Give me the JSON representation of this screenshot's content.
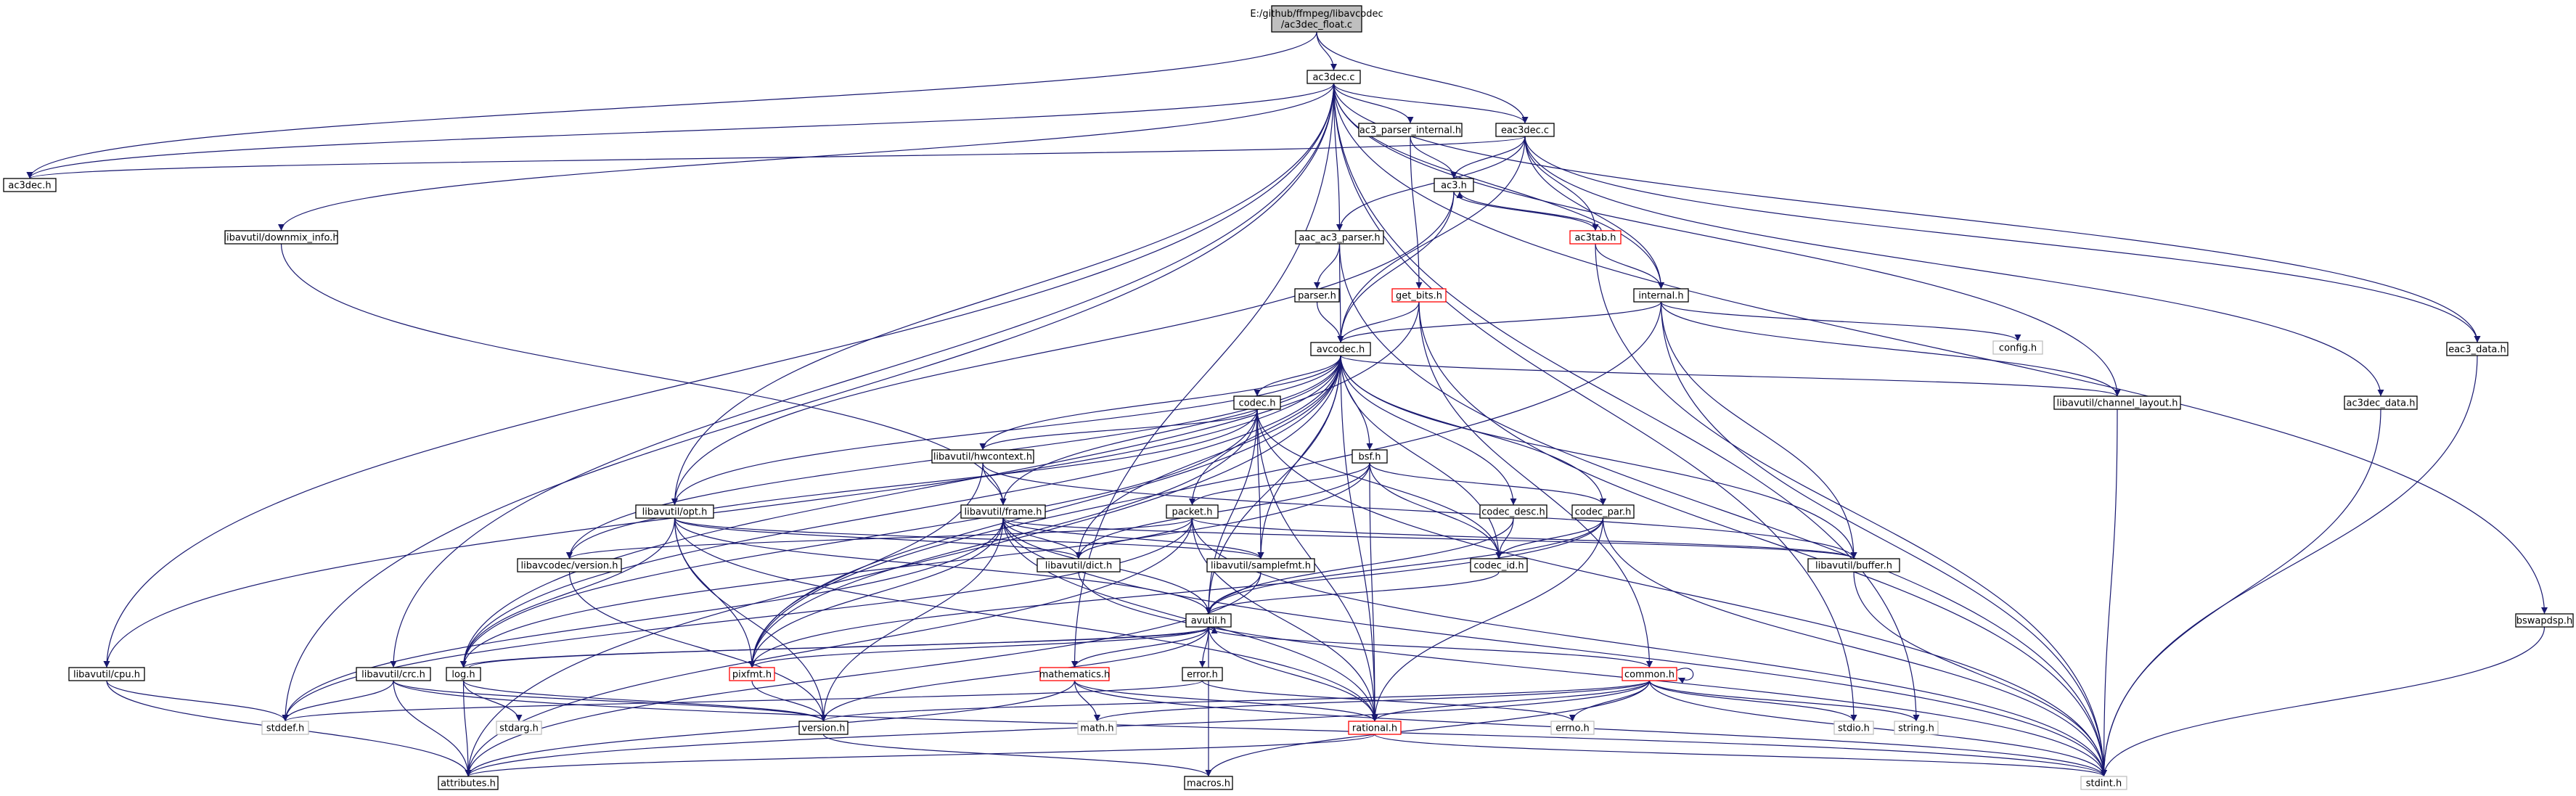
{
  "diagram": {
    "nodes": [
      {
        "id": "root",
        "label": "E:/github/ffmpeg/libavcodec\n/ac3dec_float.c",
        "style": "root"
      },
      {
        "id": "ac3dec_c",
        "label": "ac3dec.c",
        "style": "normal"
      },
      {
        "id": "ac3dec_h",
        "label": "ac3dec.h",
        "style": "normal"
      },
      {
        "id": "ac3_parser_internal_h",
        "label": "ac3_parser_internal.h",
        "style": "normal"
      },
      {
        "id": "eac3dec_c",
        "label": "eac3dec.c",
        "style": "normal"
      },
      {
        "id": "ac3_h",
        "label": "ac3.h",
        "style": "normal"
      },
      {
        "id": "downmix_info_h",
        "label": "libavutil/downmix_info.h",
        "style": "normal"
      },
      {
        "id": "aac_ac3_parser_h",
        "label": "aac_ac3_parser.h",
        "style": "normal"
      },
      {
        "id": "ac3tab_h",
        "label": "ac3tab.h",
        "style": "red"
      },
      {
        "id": "parser_h",
        "label": "parser.h",
        "style": "normal"
      },
      {
        "id": "get_bits_h",
        "label": "get_bits.h",
        "style": "red"
      },
      {
        "id": "internal_h",
        "label": "internal.h",
        "style": "normal"
      },
      {
        "id": "config_h",
        "label": "config.h",
        "style": "gray"
      },
      {
        "id": "avcodec_h",
        "label": "avcodec.h",
        "style": "normal"
      },
      {
        "id": "eac3_data_h",
        "label": "eac3_data.h",
        "style": "normal"
      },
      {
        "id": "channel_layout_h",
        "label": "libavutil/channel_layout.h",
        "style": "normal"
      },
      {
        "id": "ac3dec_data_h",
        "label": "ac3dec_data.h",
        "style": "normal"
      },
      {
        "id": "codec_h",
        "label": "codec.h",
        "style": "normal"
      },
      {
        "id": "hwcontext_h",
        "label": "libavutil/hwcontext.h",
        "style": "normal"
      },
      {
        "id": "bsf_h",
        "label": "bsf.h",
        "style": "normal"
      },
      {
        "id": "opt_h",
        "label": "libavutil/opt.h",
        "style": "normal"
      },
      {
        "id": "frame_h",
        "label": "libavutil/frame.h",
        "style": "normal"
      },
      {
        "id": "packet_h",
        "label": "packet.h",
        "style": "normal"
      },
      {
        "id": "codec_desc_h",
        "label": "codec_desc.h",
        "style": "normal"
      },
      {
        "id": "codec_par_h",
        "label": "codec_par.h",
        "style": "normal"
      },
      {
        "id": "lavc_version_h",
        "label": "libavcodec/version.h",
        "style": "normal"
      },
      {
        "id": "dict_h",
        "label": "libavutil/dict.h",
        "style": "normal"
      },
      {
        "id": "samplefmt_h",
        "label": "libavutil/samplefmt.h",
        "style": "normal"
      },
      {
        "id": "codec_id_h",
        "label": "codec_id.h",
        "style": "normal"
      },
      {
        "id": "buffer_h",
        "label": "libavutil/buffer.h",
        "style": "normal"
      },
      {
        "id": "bswapdsp_h",
        "label": "bswapdsp.h",
        "style": "normal"
      },
      {
        "id": "avutil_h",
        "label": "avutil.h",
        "style": "normal"
      },
      {
        "id": "cpu_h",
        "label": "libavutil/cpu.h",
        "style": "normal"
      },
      {
        "id": "crc_h",
        "label": "libavutil/crc.h",
        "style": "normal"
      },
      {
        "id": "log_h",
        "label": "log.h",
        "style": "normal"
      },
      {
        "id": "pixfmt_h",
        "label": "pixfmt.h",
        "style": "red"
      },
      {
        "id": "mathematics_h",
        "label": "mathematics.h",
        "style": "red"
      },
      {
        "id": "error_h",
        "label": "error.h",
        "style": "normal"
      },
      {
        "id": "common_h",
        "label": "common.h",
        "style": "red"
      },
      {
        "id": "stddef_h",
        "label": "stddef.h",
        "style": "gray"
      },
      {
        "id": "stdarg_h",
        "label": "stdarg.h",
        "style": "gray"
      },
      {
        "id": "version_h",
        "label": "version.h",
        "style": "normal"
      },
      {
        "id": "math_h",
        "label": "math.h",
        "style": "gray"
      },
      {
        "id": "rational_h",
        "label": "rational.h",
        "style": "red"
      },
      {
        "id": "errno_h",
        "label": "errno.h",
        "style": "gray"
      },
      {
        "id": "stdio_h",
        "label": "stdio.h",
        "style": "gray"
      },
      {
        "id": "string_h",
        "label": "string.h",
        "style": "gray"
      },
      {
        "id": "attributes_h",
        "label": "attributes.h",
        "style": "normal"
      },
      {
        "id": "macros_h",
        "label": "macros.h",
        "style": "normal"
      },
      {
        "id": "stdint_h",
        "label": "stdint.h",
        "style": "gray"
      }
    ],
    "edges": [
      [
        "root",
        "ac3dec_c"
      ],
      [
        "root",
        "ac3dec_h"
      ],
      [
        "root",
        "eac3dec_c"
      ],
      [
        "ac3dec_c",
        "ac3dec_h"
      ],
      [
        "ac3dec_c",
        "ac3_parser_internal_h"
      ],
      [
        "ac3dec_c",
        "eac3dec_c"
      ],
      [
        "ac3dec_c",
        "downmix_info_h"
      ],
      [
        "ac3dec_c",
        "aac_ac3_parser_h"
      ],
      [
        "ac3dec_c",
        "internal_h"
      ],
      [
        "ac3dec_c",
        "channel_layout_h"
      ],
      [
        "ac3dec_c",
        "eac3_data_h"
      ],
      [
        "ac3dec_c",
        "bswapdsp_h"
      ],
      [
        "ac3dec_c",
        "string_h"
      ],
      [
        "ac3dec_c",
        "stdio_h"
      ],
      [
        "ac3dec_c",
        "opt_h"
      ],
      [
        "ac3dec_c",
        "crc_h"
      ],
      [
        "ac3dec_c",
        "stddef_h"
      ],
      [
        "ac3dec_c",
        "mathematics_h"
      ],
      [
        "ac3dec_c",
        "cpu_h"
      ],
      [
        "ac3_parser_internal_h",
        "ac3_h"
      ],
      [
        "ac3_parser_internal_h",
        "get_bits_h"
      ],
      [
        "eac3dec_c",
        "ac3dec_h"
      ],
      [
        "eac3dec_c",
        "ac3_h"
      ],
      [
        "eac3dec_c",
        "aac_ac3_parser_h"
      ],
      [
        "eac3dec_c",
        "ac3tab_h"
      ],
      [
        "eac3dec_c",
        "internal_h"
      ],
      [
        "eac3dec_c",
        "avcodec_h"
      ],
      [
        "eac3dec_c",
        "eac3_data_h"
      ],
      [
        "eac3dec_c",
        "ac3dec_data_h"
      ],
      [
        "ac3_h",
        "ac3tab_h"
      ],
      [
        "ac3_h",
        "avcodec_h"
      ],
      [
        "ac3_h",
        "opt_h"
      ],
      [
        "ac3tab_h",
        "ac3_h"
      ],
      [
        "ac3tab_h",
        "internal_h"
      ],
      [
        "ac3tab_h",
        "stdint_h"
      ],
      [
        "downmix_info_h",
        "frame_h"
      ],
      [
        "aac_ac3_parser_h",
        "parser_h"
      ],
      [
        "aac_ac3_parser_h",
        "avcodec_h"
      ],
      [
        "aac_ac3_parser_h",
        "stdint_h"
      ],
      [
        "parser_h",
        "avcodec_h"
      ],
      [
        "get_bits_h",
        "avcodec_h"
      ],
      [
        "get_bits_h",
        "log_h"
      ],
      [
        "get_bits_h",
        "stdint_h"
      ],
      [
        "get_bits_h",
        "common_h"
      ],
      [
        "internal_h",
        "avcodec_h"
      ],
      [
        "internal_h",
        "config_h"
      ],
      [
        "internal_h",
        "channel_layout_h"
      ],
      [
        "internal_h",
        "buffer_h"
      ],
      [
        "internal_h",
        "pixfmt_h"
      ],
      [
        "internal_h",
        "stdint_h"
      ],
      [
        "avcodec_h",
        "codec_h"
      ],
      [
        "avcodec_h",
        "hwcontext_h"
      ],
      [
        "avcodec_h",
        "bsf_h"
      ],
      [
        "avcodec_h",
        "opt_h"
      ],
      [
        "avcodec_h",
        "frame_h"
      ],
      [
        "avcodec_h",
        "packet_h"
      ],
      [
        "avcodec_h",
        "codec_desc_h"
      ],
      [
        "avcodec_h",
        "codec_par_h"
      ],
      [
        "avcodec_h",
        "lavc_version_h"
      ],
      [
        "avcodec_h",
        "dict_h"
      ],
      [
        "avcodec_h",
        "samplefmt_h"
      ],
      [
        "avcodec_h",
        "codec_id_h"
      ],
      [
        "avcodec_h",
        "buffer_h"
      ],
      [
        "avcodec_h",
        "avutil_h"
      ],
      [
        "avcodec_h",
        "log_h"
      ],
      [
        "avcodec_h",
        "pixfmt_h"
      ],
      [
        "avcodec_h",
        "rational_h"
      ],
      [
        "avcodec_h",
        "attributes_h"
      ],
      [
        "avcodec_h",
        "channel_layout_h"
      ],
      [
        "avcodec_h",
        "cpu_h"
      ],
      [
        "eac3_data_h",
        "stdint_h"
      ],
      [
        "channel_layout_h",
        "stdint_h"
      ],
      [
        "ac3dec_data_h",
        "stdint_h"
      ],
      [
        "codec_h",
        "hwcontext_h"
      ],
      [
        "codec_h",
        "samplefmt_h"
      ],
      [
        "codec_h",
        "codec_id_h"
      ],
      [
        "codec_h",
        "avutil_h"
      ],
      [
        "codec_h",
        "log_h"
      ],
      [
        "codec_h",
        "pixfmt_h"
      ],
      [
        "codec_h",
        "stdint_h"
      ],
      [
        "codec_h",
        "rational_h"
      ],
      [
        "codec_h",
        "lavc_version_h"
      ],
      [
        "hwcontext_h",
        "frame_h"
      ],
      [
        "hwcontext_h",
        "buffer_h"
      ],
      [
        "hwcontext_h",
        "pixfmt_h"
      ],
      [
        "bsf_h",
        "packet_h"
      ],
      [
        "bsf_h",
        "codec_par_h"
      ],
      [
        "bsf_h",
        "codec_id_h"
      ],
      [
        "bsf_h",
        "dict_h"
      ],
      [
        "bsf_h",
        "log_h"
      ],
      [
        "bsf_h",
        "rational_h"
      ],
      [
        "opt_h",
        "rational_h"
      ],
      [
        "opt_h",
        "avutil_h"
      ],
      [
        "opt_h",
        "dict_h"
      ],
      [
        "opt_h",
        "log_h"
      ],
      [
        "opt_h",
        "pixfmt_h"
      ],
      [
        "opt_h",
        "samplefmt_h"
      ],
      [
        "opt_h",
        "version_h"
      ],
      [
        "frame_h",
        "avutil_h"
      ],
      [
        "frame_h",
        "buffer_h"
      ],
      [
        "frame_h",
        "dict_h"
      ],
      [
        "frame_h",
        "rational_h"
      ],
      [
        "frame_h",
        "samplefmt_h"
      ],
      [
        "frame_h",
        "pixfmt_h"
      ],
      [
        "frame_h",
        "version_h"
      ],
      [
        "frame_h",
        "stddef_h"
      ],
      [
        "frame_h",
        "stdint_h"
      ],
      [
        "packet_h",
        "attributes_h"
      ],
      [
        "packet_h",
        "buffer_h"
      ],
      [
        "packet_h",
        "dict_h"
      ],
      [
        "packet_h",
        "rational_h"
      ],
      [
        "packet_h",
        "lavc_version_h"
      ],
      [
        "packet_h",
        "stddef_h"
      ],
      [
        "packet_h",
        "stdint_h"
      ],
      [
        "codec_desc_h",
        "codec_id_h"
      ],
      [
        "codec_desc_h",
        "avutil_h"
      ],
      [
        "codec_par_h",
        "codec_id_h"
      ],
      [
        "codec_par_h",
        "avutil_h"
      ],
      [
        "codec_par_h",
        "rational_h"
      ],
      [
        "codec_par_h",
        "pixfmt_h"
      ],
      [
        "codec_par_h",
        "stdint_h"
      ],
      [
        "lavc_version_h",
        "version_h"
      ],
      [
        "dict_h",
        "stdint_h"
      ],
      [
        "samplefmt_h",
        "avutil_h"
      ],
      [
        "samplefmt_h",
        "attributes_h"
      ],
      [
        "codec_id_h",
        "avutil_h"
      ],
      [
        "buffer_h",
        "stdint_h"
      ],
      [
        "bswapdsp_h",
        "stdint_h"
      ],
      [
        "avutil_h",
        "common_h"
      ],
      [
        "avutil_h",
        "error_h"
      ],
      [
        "avutil_h",
        "version_h"
      ],
      [
        "avutil_h",
        "mathematics_h"
      ],
      [
        "avutil_h",
        "rational_h"
      ],
      [
        "avutil_h",
        "log_h"
      ],
      [
        "avutil_h",
        "pixfmt_h"
      ],
      [
        "avutil_h",
        "macros_h"
      ],
      [
        "cpu_h",
        "attributes_h"
      ],
      [
        "cpu_h",
        "stddef_h"
      ],
      [
        "crc_h",
        "stdint_h"
      ],
      [
        "crc_h",
        "stddef_h"
      ],
      [
        "crc_h",
        "attributes_h"
      ],
      [
        "crc_h",
        "version_h"
      ],
      [
        "log_h",
        "stdarg_h"
      ],
      [
        "log_h",
        "attributes_h"
      ],
      [
        "log_h",
        "version_h"
      ],
      [
        "log_h",
        "avutil_h"
      ],
      [
        "pixfmt_h",
        "version_h"
      ],
      [
        "mathematics_h",
        "stdint_h"
      ],
      [
        "mathematics_h",
        "math_h"
      ],
      [
        "mathematics_h",
        "attributes_h"
      ],
      [
        "mathematics_h",
        "rational_h"
      ],
      [
        "error_h",
        "errno_h"
      ],
      [
        "error_h",
        "stddef_h"
      ],
      [
        "common_h",
        "common_h"
      ],
      [
        "common_h",
        "errno_h"
      ],
      [
        "common_h",
        "math_h"
      ],
      [
        "common_h",
        "stdio_h"
      ],
      [
        "common_h",
        "string_h"
      ],
      [
        "common_h",
        "stdint_h"
      ],
      [
        "common_h",
        "attributes_h"
      ],
      [
        "common_h",
        "macros_h"
      ],
      [
        "common_h",
        "version_h"
      ],
      [
        "common_h",
        "rational_h"
      ],
      [
        "version_h",
        "macros_h"
      ],
      [
        "rational_h",
        "stdint_h"
      ],
      [
        "rational_h",
        "attributes_h"
      ]
    ]
  }
}
